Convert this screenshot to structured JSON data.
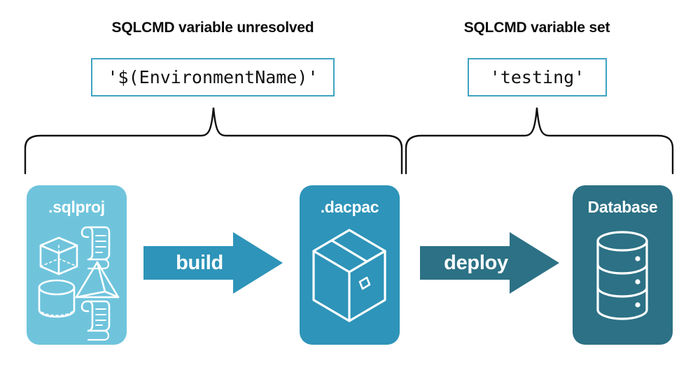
{
  "diagram": {
    "groups": [
      {
        "title": "SQLCMD variable unresolved",
        "value": "'$(EnvironmentName)'"
      },
      {
        "title": "SQLCMD variable set",
        "value": "'testing'"
      }
    ],
    "stages": [
      {
        "label": ".sqlproj",
        "fill": "#6FC4DC",
        "icons": [
          "cube-icon",
          "scroll-icon",
          "pyramid-icon",
          "cylinder-icon",
          "scroll-icon"
        ]
      },
      {
        "label": ".dacpac",
        "fill": "#2E94B9",
        "icons": [
          "package-box-icon"
        ]
      },
      {
        "label": "Database",
        "fill": "#2C7185",
        "icons": [
          "database-cylinder-icon"
        ]
      }
    ],
    "transitions": [
      {
        "label": "build",
        "fill": "#2E94B9"
      },
      {
        "label": "deploy",
        "fill": "#2C7185"
      }
    ],
    "colors": {
      "light_blue": "#6FC4DC",
      "mid_teal": "#2E94B9",
      "dark_teal": "#2C7185",
      "border_teal": "#3FA3C2",
      "text_dark": "#0A0A0A",
      "white": "#FFFFFF"
    }
  }
}
